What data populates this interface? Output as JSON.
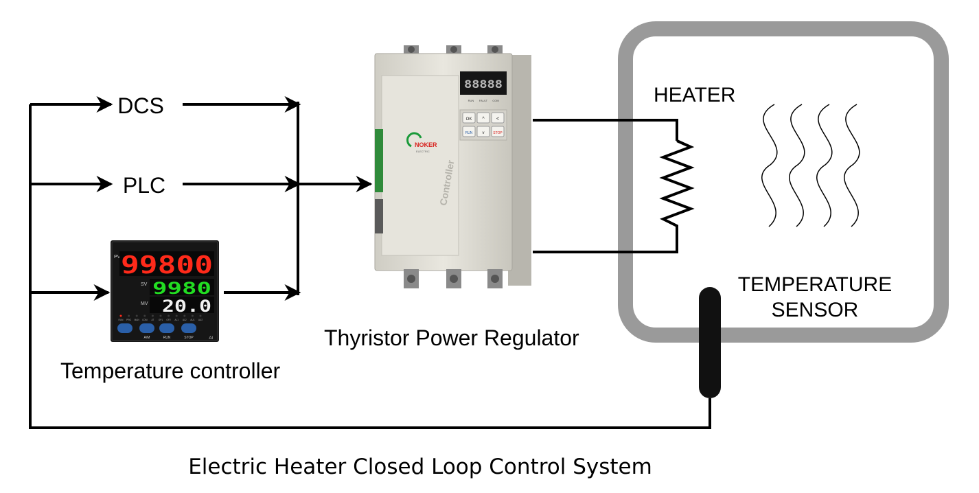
{
  "diagram": {
    "caption": "Electric Heater Closed Loop Control  System",
    "inputs": {
      "dcs": "DCS",
      "plc": "PLC",
      "temperature_controller": "Temperature controller"
    },
    "regulator": {
      "label": "Thyristor  Power Regulator",
      "brand": "NOKER",
      "brand_sub": "ELECTRIC",
      "side_text": "Controller",
      "display": "88888",
      "indicator_labels": [
        "RUN",
        "FAULT",
        "COM"
      ],
      "keys": [
        "OK",
        "^",
        "<",
        "RUN",
        "v",
        "STOP"
      ]
    },
    "controller_panel": {
      "pv_label": "PV",
      "pv_value": "99800",
      "sv_label": "SV",
      "sv_value": "9980",
      "mv_label": "MV",
      "mv_value": "20.0",
      "indicator_labels": [
        "RUN",
        "PRG",
        "MAN",
        "COM",
        "AT",
        "OP1",
        "OP2",
        "AL1",
        "AL2",
        "AU1",
        "AU2"
      ],
      "button_labels": [
        "A/M",
        "RUN",
        "STOP"
      ],
      "brand": "AI"
    },
    "process": {
      "heater": "HEATER",
      "sensor_line1": "TEMPERATURE",
      "sensor_line2": "SENSOR"
    },
    "colors": {
      "pv_red": "#ff2a1a",
      "sv_green": "#22dd22",
      "vessel_gray": "#9a9a9a",
      "brand_green": "#1a9a3a",
      "brand_red": "#d8231f"
    }
  }
}
